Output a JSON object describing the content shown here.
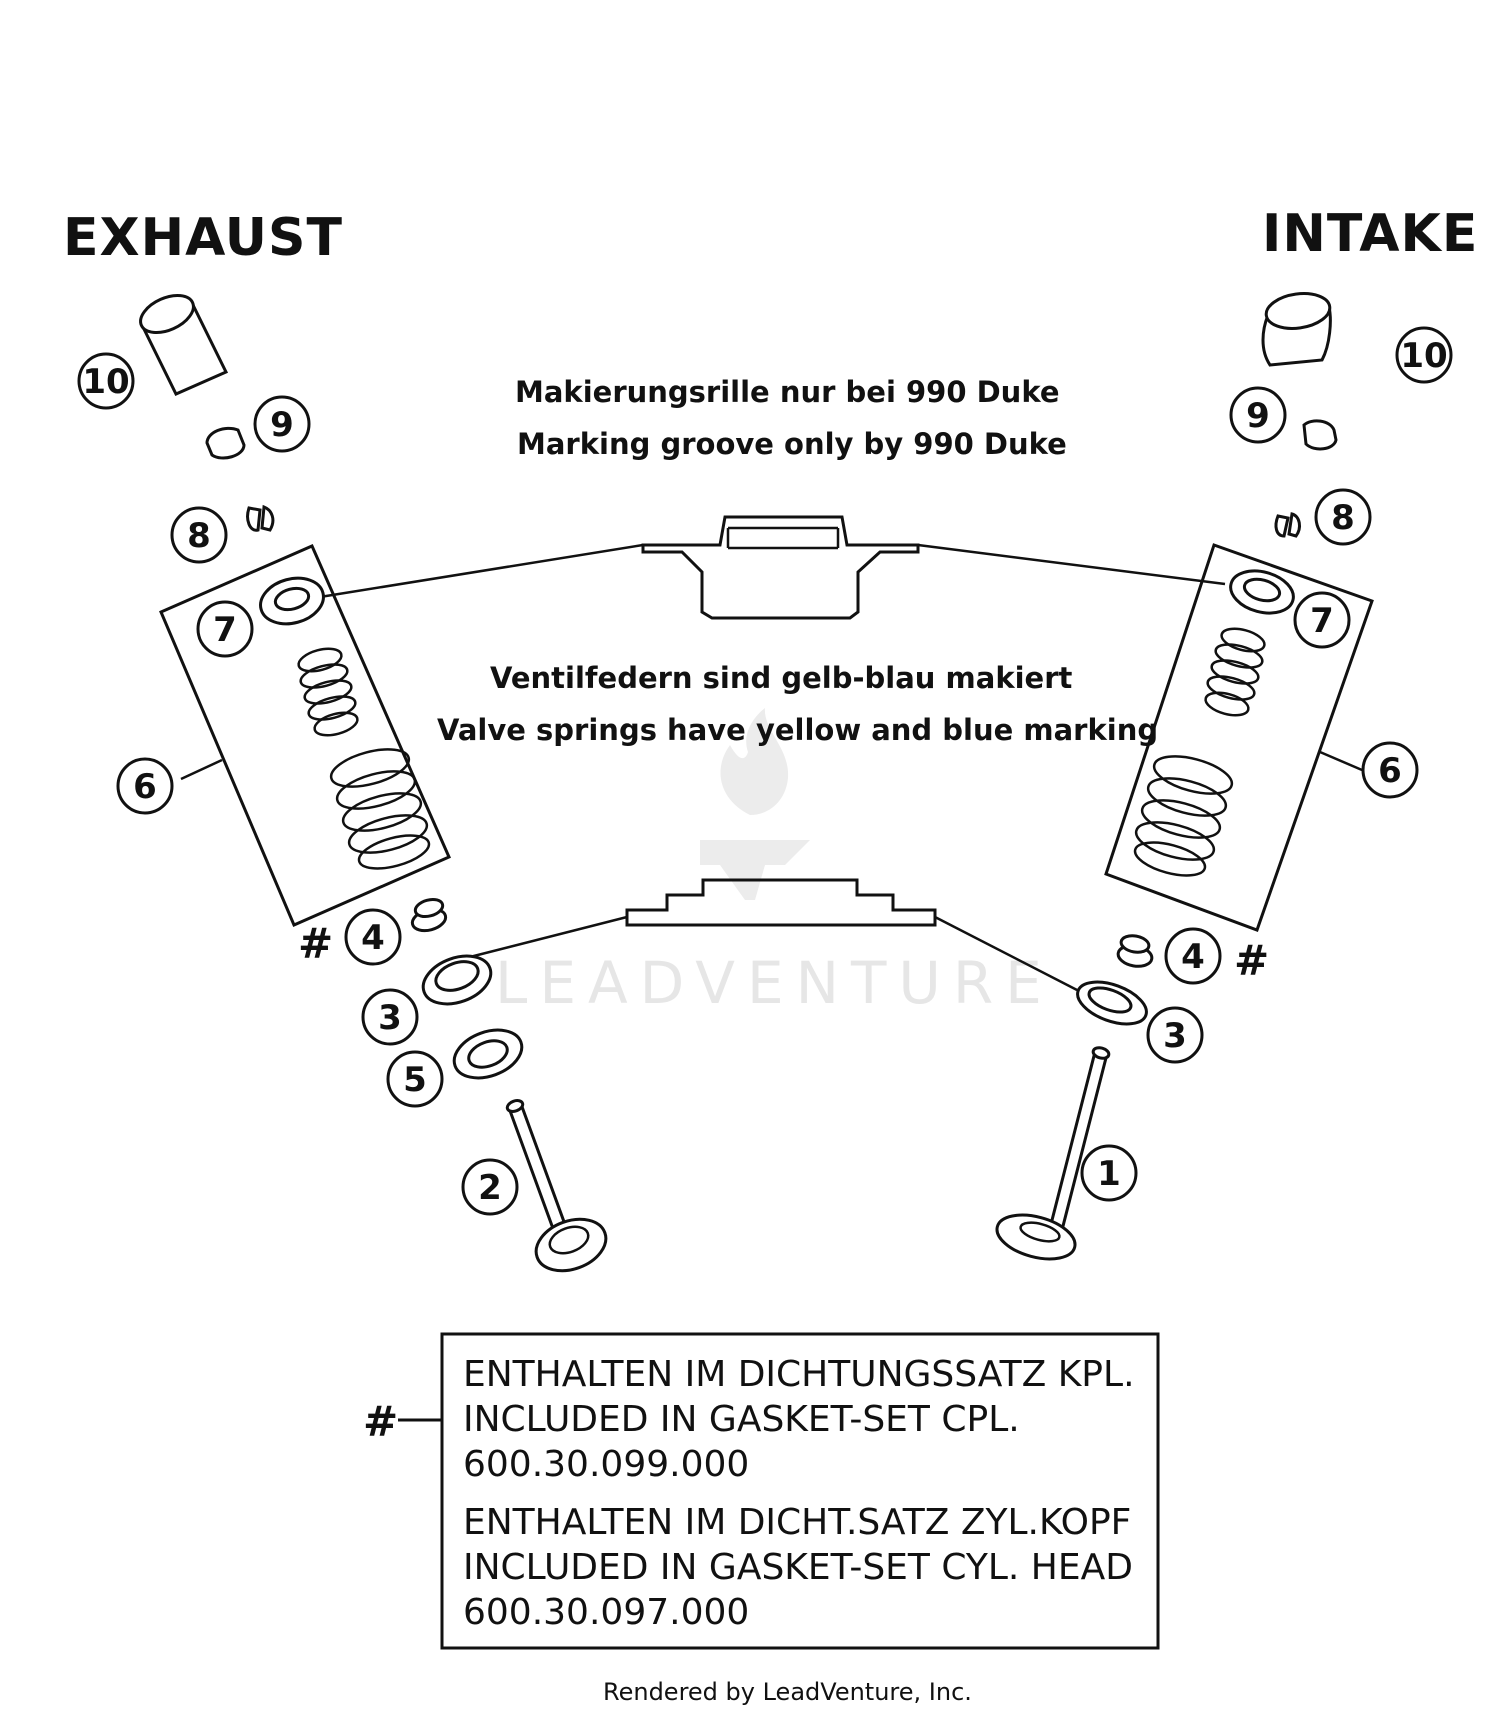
{
  "headings": {
    "exhaust": "EXHAUST",
    "intake": "INTAKE"
  },
  "notes": {
    "groove_de": "Makierungsrille nur bei 990 Duke",
    "groove_en": "Marking groove only by 990 Duke",
    "springs_de": "Ventilfedern sind gelb-blau makiert",
    "springs_en": "Valve springs have yellow and blue marking"
  },
  "callouts": {
    "c1": "1",
    "c2": "2",
    "c3a": "3",
    "c3b": "3",
    "c4a": "4",
    "c4b": "4",
    "c5": "5",
    "c6a": "6",
    "c6b": "6",
    "c7a": "7",
    "c7b": "7",
    "c8a": "8",
    "c8b": "8",
    "c9a": "9",
    "c9b": "9",
    "c10a": "10",
    "c10b": "10"
  },
  "hash_symbol": "#",
  "legend": {
    "hash": "#",
    "line1": "ENTHALTEN IM DICHTUNGSSATZ KPL.",
    "line2": "INCLUDED IN GASKET-SET CPL.",
    "line3": "600.30.099.000",
    "line4": "ENTHALTEN IM DICHT.SATZ ZYL.KOPF",
    "line5": "INCLUDED IN GASKET-SET CYL. HEAD",
    "line6": "600.30.097.000"
  },
  "watermark": "LEADVENTURE",
  "credit": "Rendered by LeadVenture, Inc."
}
